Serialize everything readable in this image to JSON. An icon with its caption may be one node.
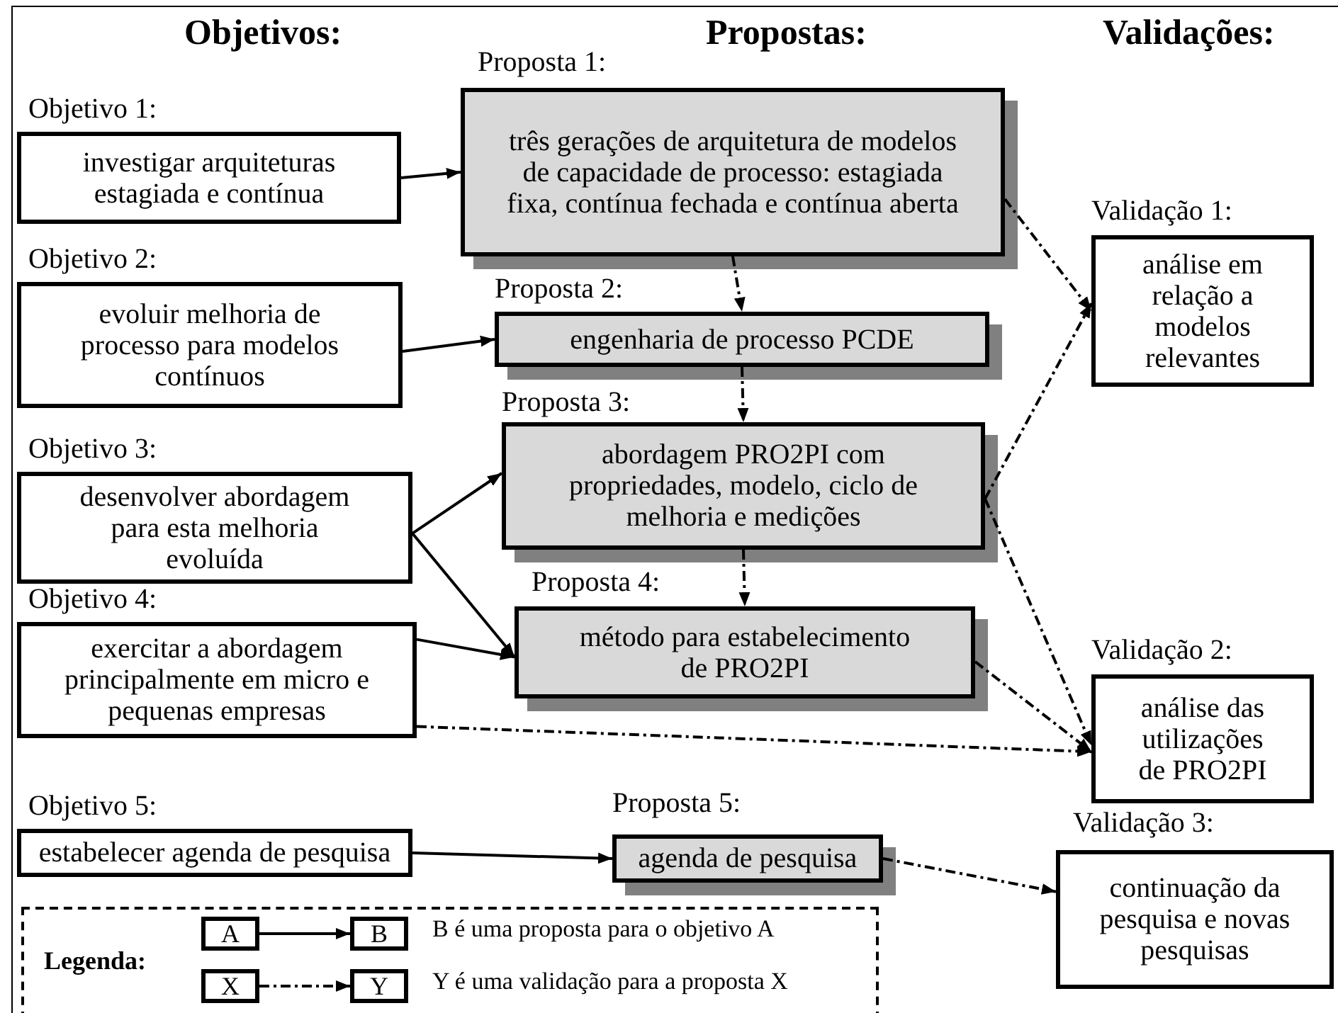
{
  "diagram": {
    "nodes": [
      {
        "text": [
          "Objetivo 1:",
          "investigar arquiteturas estagiada e contínua"
        ]
      },
      {
        "text": [
          "Objetivo 2:",
          "evoluir melhoria de processo para modelos contínuos"
        ]
      },
      {
        "text": [
          "Objetivo 3:",
          "desenvolver abordagem para esta melhoria evoluída"
        ]
      },
      {
        "text": [
          "Objetivo 4:",
          "exercitar a abordagem principalmente em micro e pequenas empresas"
        ]
      },
      {
        "text": [
          "Objetivo 5:",
          "estabelecer agenda de pesquisa"
        ]
      },
      {
        "text": [
          "Proposta 1:",
          "três gerações de arquitetura de modelos de capacidade de processo: estagiada fixa, contínua fechada e contínua aberta"
        ]
      },
      {
        "text": [
          "Proposta 2:",
          "engenharia de processo PCDE"
        ]
      },
      {
        "text": [
          "Proposta 3:",
          "abordagem PRO2PI com propriedades, modelo, ciclo de melhoria e medições"
        ]
      },
      {
        "text": [
          "Proposta 4:",
          "método para estabelecimento de PRO2PI"
        ]
      },
      {
        "text": [
          "Proposta 5:",
          "agenda de pesquisa"
        ]
      },
      {
        "text": [
          "Validação 1:",
          "análise em relação a modelos relevantes"
        ]
      },
      {
        "text": [
          "Validação 2:",
          "análise das utilizações de PRO2PI"
        ]
      },
      {
        "text": [
          "Validação 3:",
          "continuação da pesquisa e novas pesquisas"
        ]
      },
      {
        "text": [
          "Legenda:"
        ]
      },
      {
        "text": [
          "A"
        ],
        "in": 13
      },
      {
        "text": [
          "B"
        ],
        "in": 13
      },
      {
        "text": [
          "X"
        ],
        "in": 13
      },
      {
        "text": [
          "Y"
        ],
        "in": 13
      }
    ],
    "edges": [
      {
        "from": 0,
        "to": 5,
        "arrow": "to"
      },
      {
        "from": 1,
        "to": 6,
        "arrow": "to"
      },
      {
        "from": 2,
        "to": 7,
        "arrow": "to"
      },
      {
        "from": 2,
        "to": 8,
        "arrow": "to"
      },
      {
        "from": 3,
        "to": 8,
        "arrow": "to"
      },
      {
        "from": 4,
        "to": 9,
        "arrow": "to"
      },
      {
        "from": 5,
        "to": 6,
        "arrow": "to",
        "style": "dashed"
      },
      {
        "from": 6,
        "to": 7,
        "arrow": "to",
        "style": "dashed"
      },
      {
        "from": 7,
        "to": 8,
        "arrow": "to",
        "style": "dashed"
      },
      {
        "from": 5,
        "to": 10,
        "arrow": "to",
        "style": "dashed"
      },
      {
        "from": 7,
        "to": 10,
        "arrow": "to",
        "style": "dashed"
      },
      {
        "from": 7,
        "to": 11,
        "arrow": "to",
        "style": "dashed"
      },
      {
        "from": 8,
        "to": 11,
        "arrow": "to",
        "style": "dashed"
      },
      {
        "from": 3,
        "to": 11,
        "arrow": "to",
        "style": "dashed"
      },
      {
        "from": 9,
        "to": 12,
        "arrow": "to",
        "style": "dashed"
      },
      {
        "from": 14,
        "to": 15,
        "arrow": "to"
      },
      {
        "from": 16,
        "to": 17,
        "arrow": "to",
        "style": "dashed"
      }
    ],
    "labels": [
      "Objetivos:",
      "Propostas:",
      "Validações:",
      "B é uma proposta para o objetivo A",
      "Y é uma validação para a proposta X"
    ]
  }
}
